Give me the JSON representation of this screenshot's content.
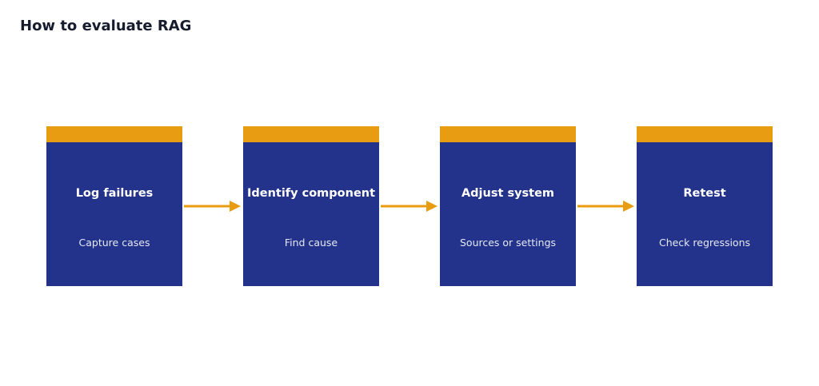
{
  "title": "How to evaluate RAG",
  "colors": {
    "box": "#23338b",
    "accent": "#e89c11",
    "title_text": "#161b2e"
  },
  "steps": [
    {
      "title": "Log failures",
      "subtitle": "Capture cases"
    },
    {
      "title": "Identify component",
      "subtitle": "Find cause"
    },
    {
      "title": "Adjust system",
      "subtitle": "Sources or settings"
    },
    {
      "title": "Retest",
      "subtitle": "Check regressions"
    }
  ]
}
